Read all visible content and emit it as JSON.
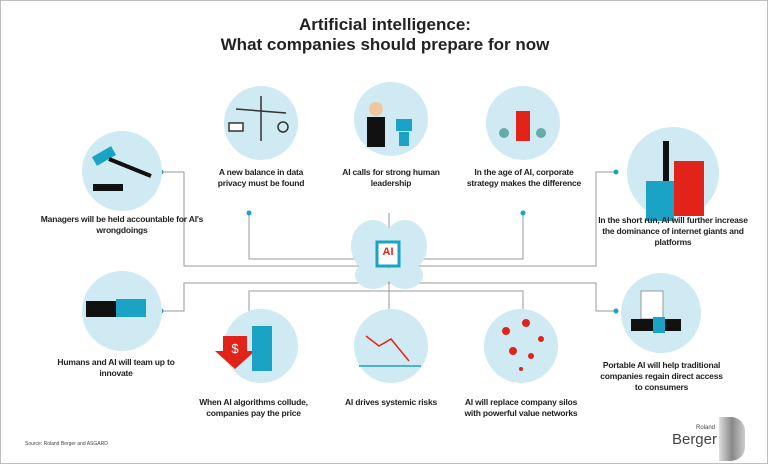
{
  "title": {
    "line1": "Artificial intelligence:",
    "line2": "What companies should prepare for now"
  },
  "center": {
    "chip_label": "AI"
  },
  "items": [
    {
      "text": "Managers will be held accountable for AI's wrongdoings",
      "icon": "gavel-icon"
    },
    {
      "text": "A new balance in data privacy must be found",
      "icon": "scale-icon"
    },
    {
      "text": "AI calls for strong human leadership",
      "icon": "leader-robot-icon"
    },
    {
      "text": "In the age of AI, corporate strategy makes the difference",
      "icon": "chess-icon"
    },
    {
      "text": "In the short run, AI will further increase the dominance of internet giants and platforms",
      "icon": "podium-icon"
    },
    {
      "text": "Humans and AI will team up to innovate",
      "icon": "handshake-icon"
    },
    {
      "text": "When AI algorithms collude, companies pay the price",
      "icon": "dollar-down-icon"
    },
    {
      "text": "AI drives systemic risks",
      "icon": "falling-chart-icon"
    },
    {
      "text": "AI will replace company silos with powerful value networks",
      "icon": "network-icon"
    },
    {
      "text": "Portable AI will help traditional companies regain direct access to consumers",
      "icon": "smartwatch-icon"
    }
  ],
  "source": "Source: Roland Berger and ASGARD",
  "logo": {
    "small": "Roland",
    "big": "Berger"
  },
  "colors": {
    "teal": "#1aa3c4",
    "light": "#cfeaf2",
    "red": "#e2231a",
    "line": "#888888"
  }
}
